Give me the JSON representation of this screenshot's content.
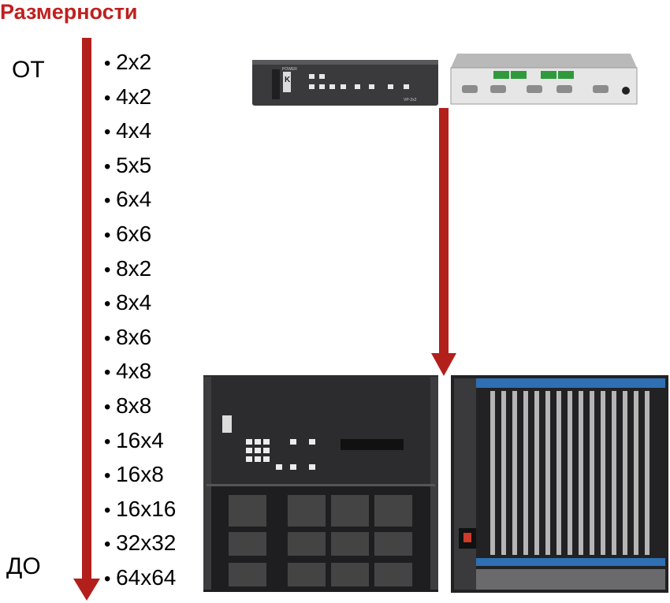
{
  "title": "Размерности",
  "range": {
    "from_label": "ОТ",
    "to_label": "ДО"
  },
  "sizes": [
    "2x2",
    "4x2",
    "4x4",
    "5x5",
    "6x4",
    "6x6",
    "8x2",
    "8x4",
    "8x6",
    "4x8",
    "8x8",
    "16x4",
    "16x8",
    "16x16",
    "32x32",
    "64x64"
  ],
  "colors": {
    "title": "#c0201e",
    "arrow": "#b3201c"
  },
  "devices": {
    "small_front_brand": "K",
    "small_front_label": "POWER",
    "small_front_model": "VP-2x2"
  }
}
